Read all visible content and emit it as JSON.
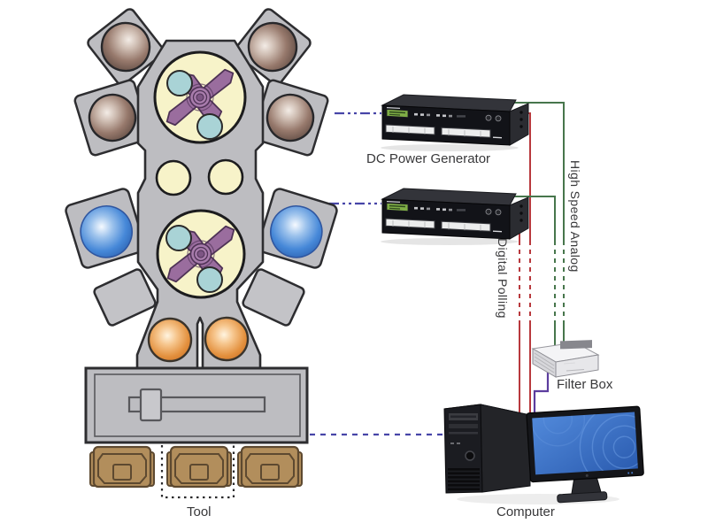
{
  "diagram": {
    "labels": {
      "tool": "Tool",
      "computer": "Computer",
      "filter_box": "Filter Box",
      "dc_power_generator": "DC Power Generator",
      "digital_polling": "Digital Polling",
      "high_speed_analog": "High Speed Analog"
    },
    "colors": {
      "digital_polling_line": "#b8393d",
      "high_speed_analog_line": "#47764c",
      "tool_link_line": "#4745a8",
      "filter_link_line": "#5c3d9e",
      "label_text": "#38383a",
      "tool_body": "#bdbdc1",
      "chamber_inner": "#f7f3c9"
    },
    "nodes": [
      {
        "id": "tool",
        "label": "Tool"
      },
      {
        "id": "dc-power-generator-1",
        "label": "DC Power Generator"
      },
      {
        "id": "dc-power-generator-2",
        "label": "DC Power Generator"
      },
      {
        "id": "filter-box",
        "label": "Filter Box"
      },
      {
        "id": "computer",
        "label": "Computer"
      }
    ],
    "connections": [
      {
        "from": "tool",
        "to": "dc-power-generator-1",
        "style": "blue dash-dot"
      },
      {
        "from": "tool",
        "to": "dc-power-generator-2",
        "style": "blue dash-dot"
      },
      {
        "from": "tool",
        "to": "computer",
        "style": "blue dashed"
      },
      {
        "from": "dc-power-generator-1",
        "to": "computer",
        "label": "Digital Polling",
        "style": "red"
      },
      {
        "from": "dc-power-generator-2",
        "to": "computer",
        "label": "Digital Polling",
        "style": "red"
      },
      {
        "from": "dc-power-generator-1",
        "to": "filter-box",
        "label": "High Speed Analog",
        "style": "green"
      },
      {
        "from": "dc-power-generator-2",
        "to": "filter-box",
        "label": "High Speed Analog",
        "style": "green"
      },
      {
        "from": "filter-box",
        "to": "computer",
        "style": "purple"
      }
    ]
  }
}
